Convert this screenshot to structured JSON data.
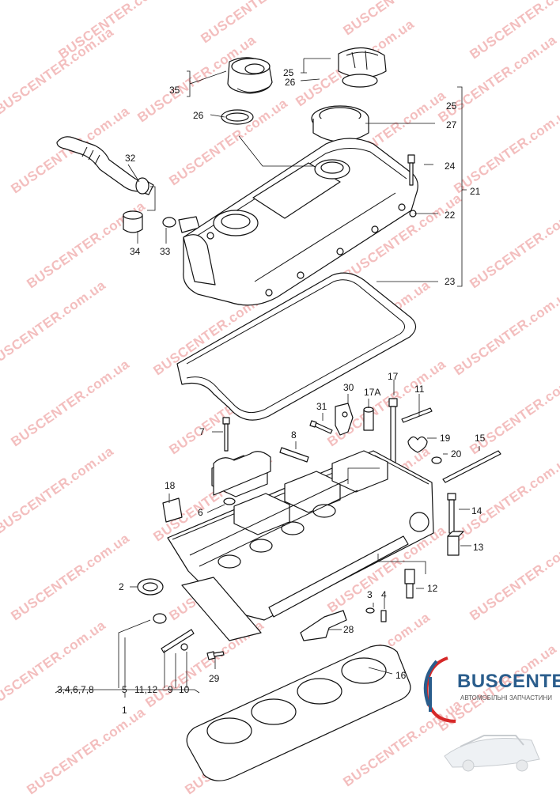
{
  "watermark": "BUSCENTER.com.ua",
  "brand": {
    "name": "BUSCENTER",
    "tagline": "АВТОМОБІЛЬНІ ЗАПЧАСТИНИ",
    "color": "#2a5d8c",
    "accent": "#d62828"
  },
  "callouts": {
    "c1": "1",
    "c2": "2",
    "c3": "3",
    "c4": "4",
    "c6": "6",
    "c7": "7",
    "c8": "8",
    "c11": "11",
    "c12": "12",
    "c13": "13",
    "c14": "14",
    "c15": "15",
    "c16": "16",
    "c17": "17",
    "c17a": "17A",
    "c18": "18",
    "c19": "19",
    "c20": "20",
    "c21": "21",
    "c22": "22",
    "c23": "23",
    "c24": "24",
    "c25a": "25",
    "c25b": "25",
    "c26a": "26",
    "c26b": "26",
    "c27": "27",
    "c28": "28",
    "c29": "29",
    "c30": "30",
    "c31": "31",
    "c32": "32",
    "c33": "33",
    "c34": "34",
    "c35": "35"
  },
  "bottom_labels": {
    "group1": "3,4,6,7,8",
    "group2": "5",
    "group3": "11,12",
    "group4": "9",
    "group5": "10",
    "total": "1"
  }
}
